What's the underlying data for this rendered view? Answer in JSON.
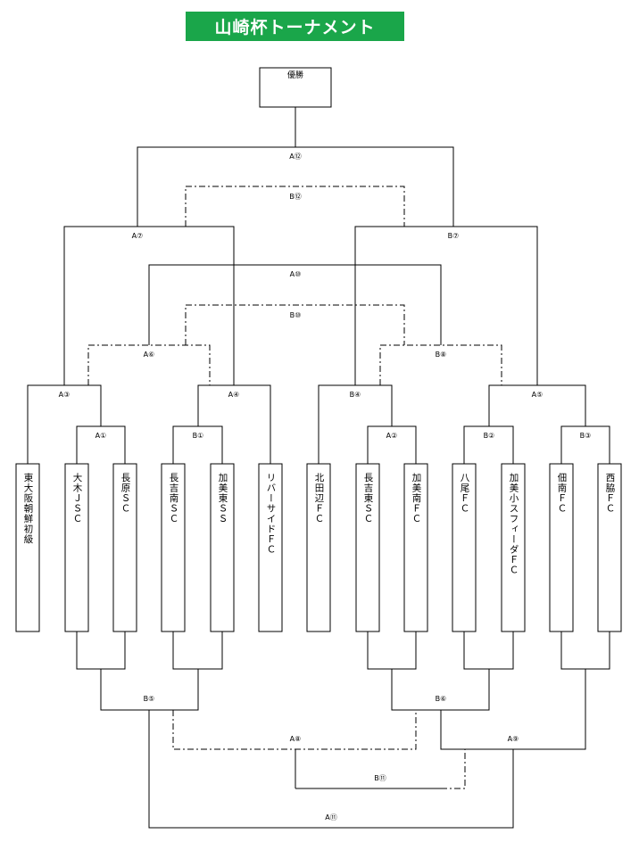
{
  "title": "山崎杯トーナメント",
  "champion_label": "優勝",
  "teams": [
    "東大阪朝鮮初級",
    "大木ＪＳＣ",
    "長原ＳＣ",
    "長吉南ＳＣ",
    "加美東ＳＳ",
    "リバーサイドＦＣ",
    "北田辺ＦＣ",
    "長吉東ＳＣ",
    "加美南ＦＣ",
    "八尾ＦＣ",
    "加美小スフィーダＦＣ",
    "佃南ＦＣ",
    "西脇ＦＣ"
  ],
  "matches": {
    "A1": "A①",
    "A2": "A②",
    "A3": "A③",
    "A4": "A④",
    "A5": "A⑤",
    "A6": "A⑥",
    "A7": "A⑦",
    "A8": "A⑧",
    "A9": "A⑨",
    "A10": "A⑩",
    "A11": "A⑪",
    "A12": "A⑫",
    "B1": "B①",
    "B2": "B②",
    "B3": "B③",
    "B4": "B④",
    "B5": "B⑤",
    "B6": "B⑥",
    "B7": "B⑦",
    "B8": "B⑧",
    "B10": "B⑩",
    "B11": "B⑪",
    "B12": "B⑫"
  }
}
